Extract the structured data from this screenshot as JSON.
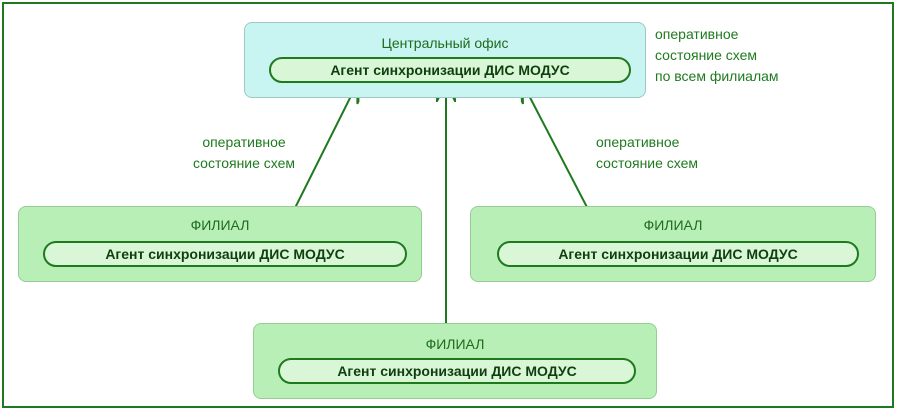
{
  "central": {
    "title": "Центральный офис",
    "agent": "Агент синхронизации ДИС МОДУС"
  },
  "central_note": [
    "оперативное",
    "состояние схем",
    "по всем филиалам"
  ],
  "left_note": [
    "оперативное",
    "состояние схем"
  ],
  "right_note": [
    "оперативное",
    "состояние схем"
  ],
  "branches": [
    {
      "title": "ФИЛИАЛ",
      "agent": "Агент синхронизации ДИС МОДУС"
    },
    {
      "title": "ФИЛИАЛ",
      "agent": "Агент синхронизации ДИС МОДУС"
    },
    {
      "title": "ФИЛИАЛ",
      "agent": "Агент синхронизации ДИС МОДУС"
    }
  ],
  "colors": {
    "frame": "#1f7a1f",
    "central_fill": "#c8f4f2",
    "branch_fill": "#b8efb6",
    "arrow": "#1f7a1f"
  }
}
